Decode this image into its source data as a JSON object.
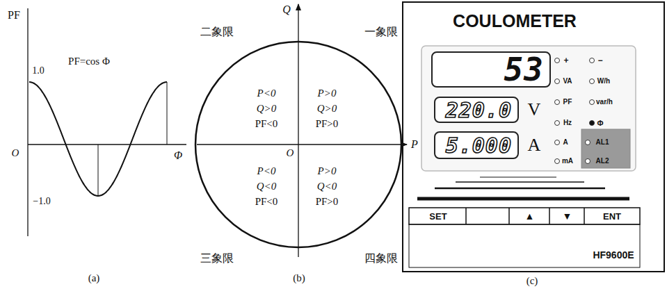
{
  "diagram": {
    "nodes": [
      {
        "text": [
          "53"
        ]
      },
      {
        "text": [
          "220.0"
        ]
      },
      {
        "text": [
          "5.000"
        ]
      },
      {
        "text": [
          "SET"
        ]
      },
      {
        "text": [
          "▲"
        ]
      },
      {
        "text": [
          "▼"
        ]
      },
      {
        "text": [
          "ENT"
        ]
      }
    ],
    "labels": [
      "PF",
      "1.0",
      "PF=cos Φ",
      "O",
      "Φ",
      "−1.0",
      "(a)",
      "Q",
      "P",
      "二象限",
      "一象限",
      "P<0",
      "Q>0",
      "PF<0",
      "P>0",
      "Q>0",
      "PF>0",
      "P<0",
      "Q<0",
      "PF<0",
      "P>0",
      "Q<0",
      "PF>0",
      "O",
      "三象限",
      "四象限",
      "(b)",
      "COULOMETER",
      "V",
      "A",
      "+",
      "−",
      "VA",
      "W/h",
      "PF",
      "var/h",
      "Hz",
      "Φ",
      "A",
      "AL1",
      "mA",
      "AL2",
      "HF9600E",
      "(c)"
    ]
  }
}
